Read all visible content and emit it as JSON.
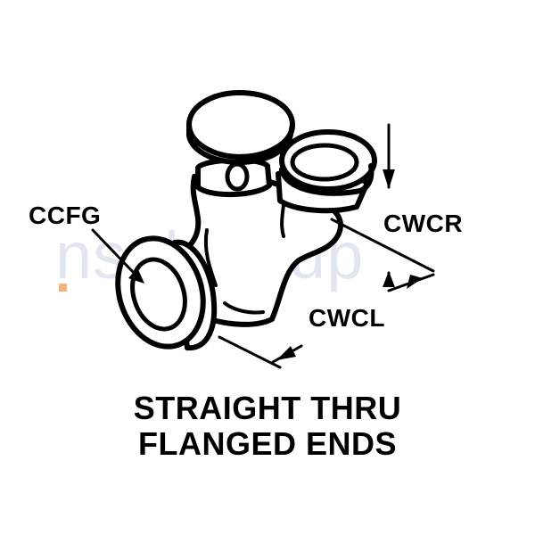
{
  "diagram": {
    "labels": {
      "ccfg": "CCFG",
      "cwcr": "CWCR",
      "cwcl": "CWCL"
    },
    "caption": {
      "line1": "STRAIGHT THRU",
      "line2": "FLANGED ENDS"
    }
  },
  "watermark": {
    "text": "nsnlookup"
  }
}
